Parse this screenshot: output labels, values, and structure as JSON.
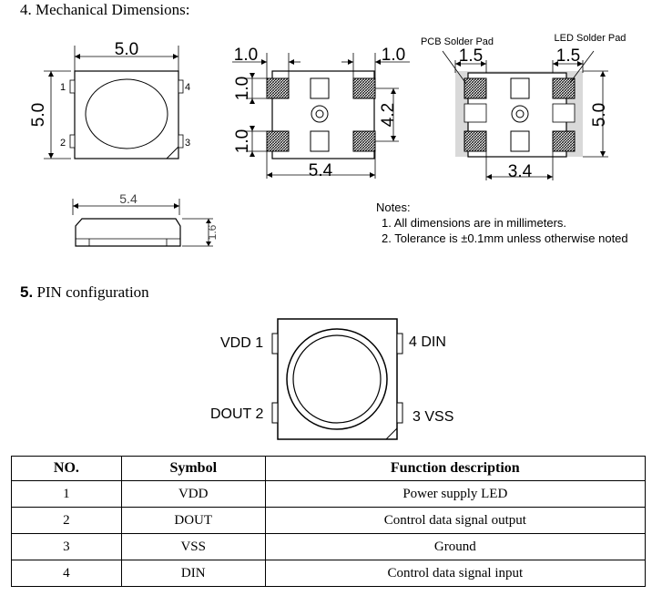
{
  "section4": {
    "title": "4. Mechanical Dimensions:",
    "top_view": {
      "width_label": "5.0",
      "height_label": "5.0",
      "pins": [
        "1",
        "2",
        "3",
        "4"
      ]
    },
    "bottom_view": {
      "left_pad_width": "1.0",
      "right_pad_width": "1.0",
      "pad_height_top": "1.0",
      "pad_height_bottom": "1.0",
      "pad_spacing": "4.2",
      "body_width": "5.4"
    },
    "solder_view": {
      "pcb_label": "PCB Solder Pad",
      "led_label": "LED Solder Pad",
      "left_pad": "1.5",
      "right_pad": "1.5",
      "height": "5.0",
      "span": "3.4"
    },
    "side_view": {
      "width": "5.4",
      "height": "1.6"
    },
    "notes": {
      "heading": "Notes:",
      "items": [
        "1. All dimensions are in millimeters.",
        "2. Tolerance is ±0.1mm unless otherwise noted"
      ]
    }
  },
  "section5": {
    "title_num": "5.",
    "title_text": " PIN configuration",
    "pins": {
      "p1": "VDD  1",
      "p2": "DOUT  2",
      "p3": "3  VSS",
      "p4": "4  DIN"
    },
    "table": {
      "headers": [
        "NO.",
        "Symbol",
        "Function description"
      ],
      "rows": [
        [
          "1",
          "VDD",
          "Power supply LED"
        ],
        [
          "2",
          "DOUT",
          "Control data signal output"
        ],
        [
          "3",
          "VSS",
          "Ground"
        ],
        [
          "4",
          "DIN",
          "Control data signal input"
        ]
      ]
    }
  }
}
